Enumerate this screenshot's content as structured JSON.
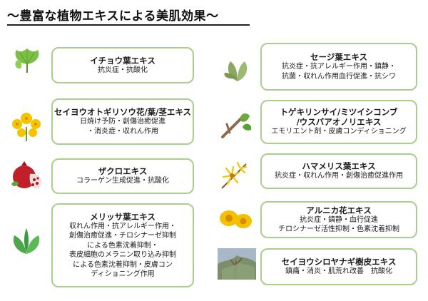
{
  "title": "～豊富な植物エキスによる美肌効果～",
  "left": [
    {
      "name": "イチョウ葉エキス",
      "desc": [
        "抗炎症・抗酸化"
      ],
      "icon": "ginkgo-leaf-icon"
    },
    {
      "name": "セイヨウオトギリソウ花/葉/茎エキス",
      "desc": [
        "日焼け予防・創傷治癒促進",
        "・消炎症・収れん作用"
      ],
      "icon": "st-johns-wort-flower-icon"
    },
    {
      "name": "ザクロエキス",
      "desc": [
        "コラーゲン生成促進・抗酸化"
      ],
      "icon": "pomegranate-icon"
    },
    {
      "name": "メリッサ葉エキス",
      "desc": [
        "収れん作用・抗アレルギー作用・",
        "創傷治癒促進・チロシナーゼ抑制",
        "による色素沈着抑制・",
        "表皮細胞のメラニン取り込み抑制",
        "による色素沈着抑制・皮膚コン",
        "ディショニング作用"
      ],
      "icon": "melissa-leaf-icon"
    }
  ],
  "right": [
    {
      "name": "セージ葉エキス",
      "desc": [
        "抗炎症・抗アレルギー作用・鎮静・",
        "抗菌・収れん作用血行促進・抗シワ"
      ],
      "icon": "sage-leaf-icon"
    },
    {
      "name": "トゲキリンサイ/ミツイシコンブ",
      "name2": "/ウスバアオノリエキス",
      "desc": [
        "エモリエント剤・皮膚コンディショニング"
      ],
      "icon": "seaweed-branch-icon"
    },
    {
      "name": "ハマメリス葉エキス",
      "desc": [
        "抗炎症・収れん作用・創傷治癒促進作用"
      ],
      "icon": "witch-hazel-flower-icon"
    },
    {
      "name": "アルニカ花エキス",
      "desc": [
        "抗炎症・鎮静・血行促進",
        "チロシナーゼ活性抑制・色素沈着抑制"
      ],
      "icon": "arnica-flower-icon"
    },
    {
      "name": "セイヨウシロヤナギ樹皮エキス",
      "desc": [
        "鎮痛・消炎・肌荒れ改善　抗酸化"
      ],
      "icon": "willow-tree-icon"
    }
  ],
  "colors": {
    "card_border": "#a7d08c",
    "leaf_green": "#6fb13f",
    "flower_yellow": "#f2c811"
  }
}
